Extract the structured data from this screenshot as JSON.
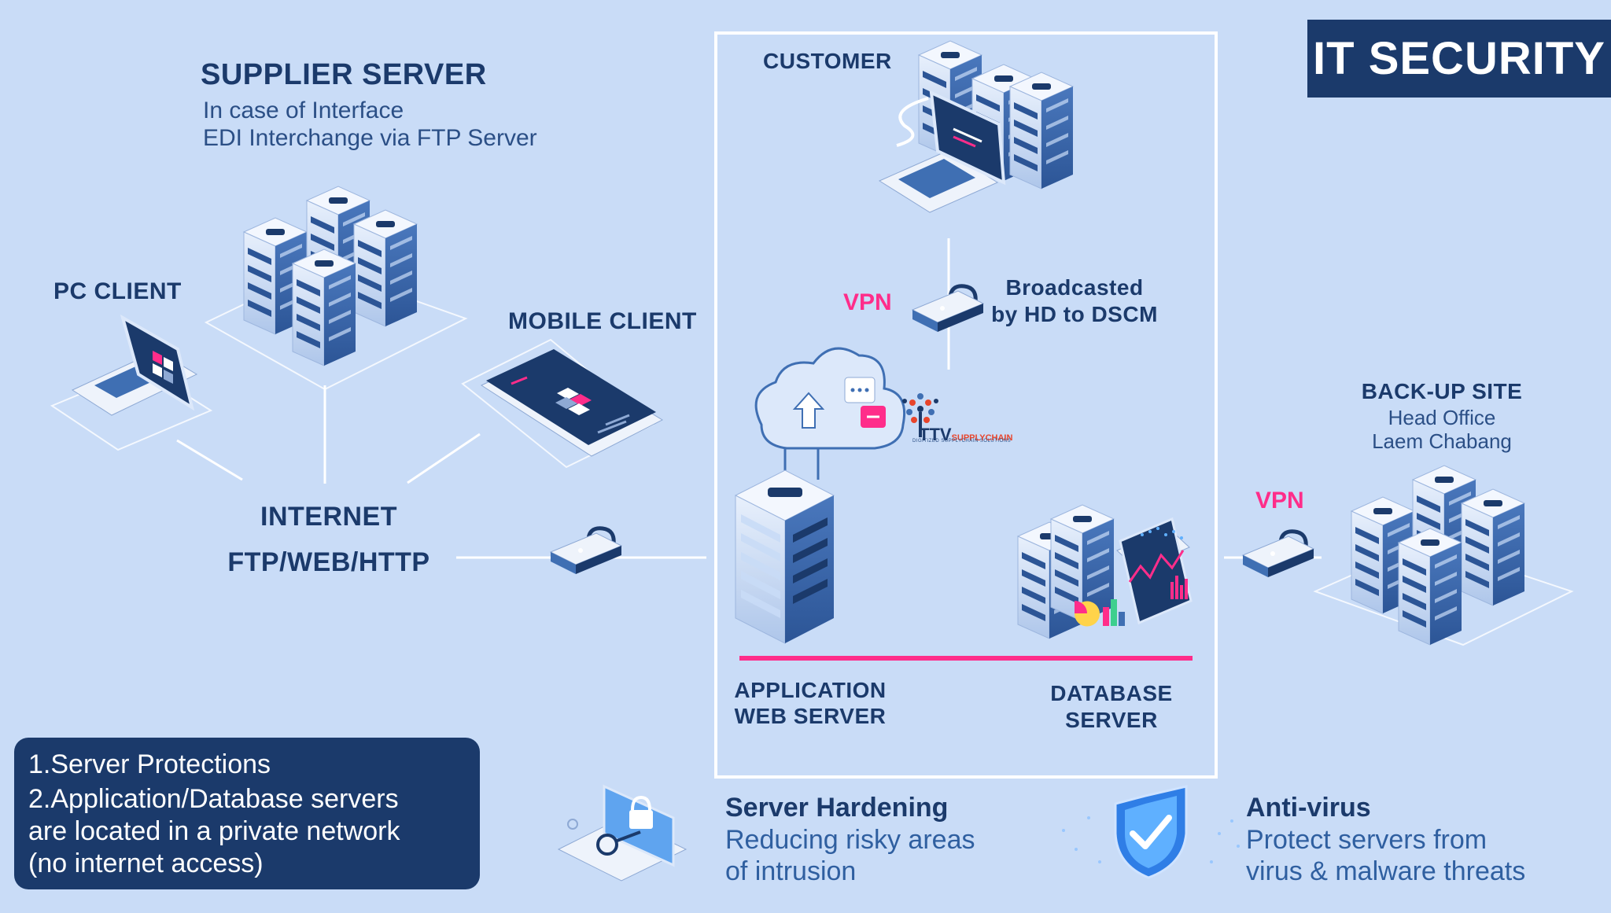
{
  "title": "IT SECURITY",
  "supplier": {
    "heading": "SUPPLIER SERVER",
    "line1": "In case of Interface",
    "line2": "EDI Interchange via FTP Server"
  },
  "pc_client": "PC CLIENT",
  "mobile_client": "MOBILE CLIENT",
  "internet": {
    "line1": "INTERNET",
    "line2": "FTP/WEB/HTTP"
  },
  "customer": "CUSTOMER",
  "vpn_customer": "VPN",
  "broadcast": {
    "line1": "Broadcasted",
    "line2": "by HD to DSCM"
  },
  "logo": {
    "brand": "TTV",
    "suffix": "SUPPLYCHAIN",
    "tagline": "DIGITIZED SUPPLYCHAIN SOLUTIONS"
  },
  "app_server": {
    "line1": "APPLICATION",
    "line2": "WEB SERVER"
  },
  "db_server": {
    "line1": "DATABASE",
    "line2": "SERVER"
  },
  "backup": {
    "heading": "BACK-UP SITE",
    "line1": "Head Office",
    "line2": "Laem Chabang"
  },
  "vpn_backup": "VPN",
  "notes": [
    "1.Server Protections",
    "2.Application/Database servers",
    "are located in a private network",
    "(no internet access)"
  ],
  "hardening": {
    "title": "Server Hardening",
    "line1": "Reducing risky areas",
    "line2": "of intrusion"
  },
  "antivirus": {
    "title": "Anti-virus",
    "line1": "Protect servers from",
    "line2": "virus & malware threats"
  },
  "colors": {
    "background": "#c9dcf7",
    "navy": "#1b3a6b",
    "accent_pink": "#ff2d8a",
    "server_blue": "#3f6fb3"
  },
  "icons": [
    "server-rack-icon",
    "laptop-icon",
    "tablet-icon",
    "padlock-icon",
    "cloud-upload-icon",
    "chat-bubble-icon",
    "analytics-dashboard-icon",
    "shield-check-icon",
    "security-laptop-icon"
  ]
}
